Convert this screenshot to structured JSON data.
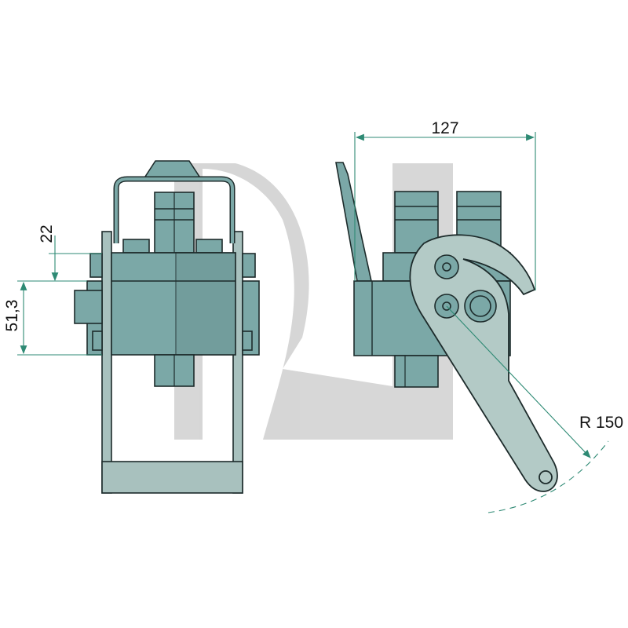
{
  "dimensions": {
    "height_top": "22",
    "height_body": "51,3",
    "width_right": "127",
    "radius": "R 150"
  },
  "colors": {
    "body": "#7ba8a7",
    "lever": "#b3cac6",
    "dimension_line": "#2e8a74",
    "watermark": "#d0d0d0"
  }
}
